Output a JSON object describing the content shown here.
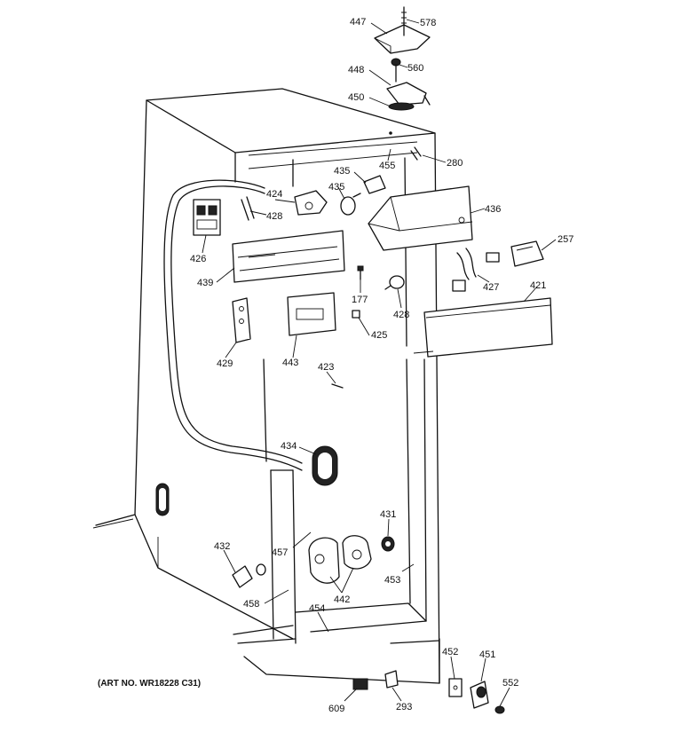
{
  "diagram": {
    "art_number": "(ART NO. WR18228 C31)",
    "callouts": [
      {
        "id": "c447",
        "text": "447"
      },
      {
        "id": "c578",
        "text": "578"
      },
      {
        "id": "c448",
        "text": "448"
      },
      {
        "id": "c560",
        "text": "560"
      },
      {
        "id": "c450",
        "text": "450"
      },
      {
        "id": "c280",
        "text": "280"
      },
      {
        "id": "c455",
        "text": "455"
      },
      {
        "id": "c435a",
        "text": "435"
      },
      {
        "id": "c435b",
        "text": "435"
      },
      {
        "id": "c424",
        "text": "424"
      },
      {
        "id": "c428a",
        "text": "428"
      },
      {
        "id": "c436",
        "text": "436"
      },
      {
        "id": "c257",
        "text": "257"
      },
      {
        "id": "c426",
        "text": "426"
      },
      {
        "id": "c439",
        "text": "439"
      },
      {
        "id": "c177",
        "text": "177"
      },
      {
        "id": "c428b",
        "text": "428"
      },
      {
        "id": "c427",
        "text": "427"
      },
      {
        "id": "c421",
        "text": "421"
      },
      {
        "id": "c429",
        "text": "429"
      },
      {
        "id": "c443",
        "text": "443"
      },
      {
        "id": "c425",
        "text": "425"
      },
      {
        "id": "c423",
        "text": "423"
      },
      {
        "id": "c434",
        "text": "434"
      },
      {
        "id": "c431",
        "text": "431"
      },
      {
        "id": "c432",
        "text": "432"
      },
      {
        "id": "c457",
        "text": "457"
      },
      {
        "id": "c442",
        "text": "442"
      },
      {
        "id": "c453",
        "text": "453"
      },
      {
        "id": "c458",
        "text": "458"
      },
      {
        "id": "c454",
        "text": "454"
      },
      {
        "id": "c452",
        "text": "452"
      },
      {
        "id": "c451",
        "text": "451"
      },
      {
        "id": "c552",
        "text": "552"
      },
      {
        "id": "c609",
        "text": "609"
      },
      {
        "id": "c293",
        "text": "293"
      }
    ]
  }
}
